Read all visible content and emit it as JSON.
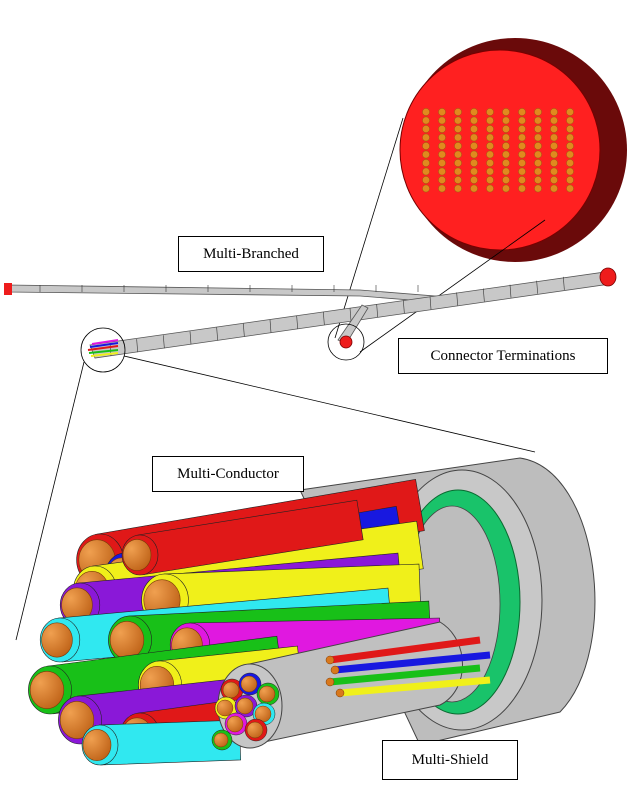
{
  "labels": {
    "multi_branched": "Multi-Branched",
    "connector_terminations": "Connector Terminations",
    "multi_conductor": "Multi-Conductor",
    "multi_shield": "Multi-Shield"
  },
  "colors": {
    "connector_red": "#ff2020",
    "connector_dark": "#6a0a0a",
    "pin_orange": "#e08a1e",
    "cable_grey": "#c8c8c8",
    "shield_grey": "#bdbdbd",
    "shield_green": "#19c36a",
    "conductor_orange": "#d9781c",
    "wire_colors": [
      "#e01818",
      "#1818e0",
      "#f0f01a",
      "#8a18d8",
      "#18c018",
      "#30e8f0",
      "#e018e0",
      "#c8c8c8"
    ]
  }
}
